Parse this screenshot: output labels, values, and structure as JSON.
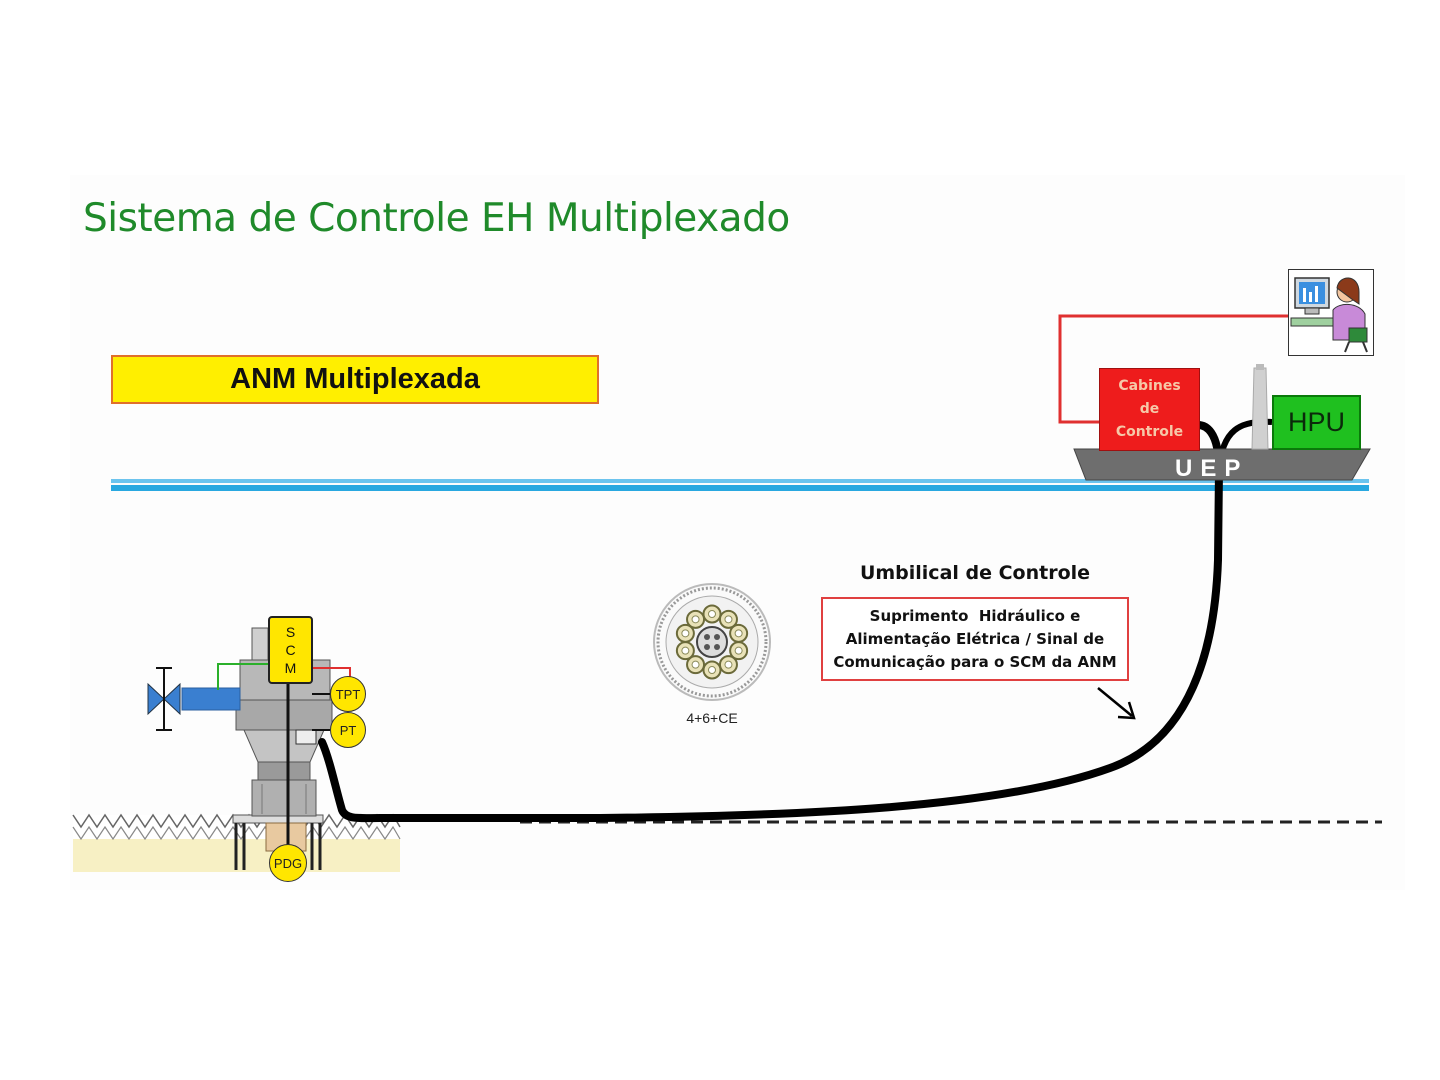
{
  "title": "Sistema de Controle EH Multiplexado",
  "anm_label": "ANM Multiplexada",
  "umbilical": {
    "title": "Umbilical de Controle",
    "description_lines": [
      "Suprimento  Hidráulico e",
      "Alimentação Elétrica / Sinal de",
      "Comunicação para o SCM da ANM"
    ]
  },
  "cable_section_label": "4+6+CE",
  "platform": {
    "cabines_lines": [
      "Cabines",
      "de",
      "Controle"
    ],
    "hpu_label": "HPU",
    "uep_label": "UEP"
  },
  "tree": {
    "scm_letters": [
      "S",
      "C",
      "M"
    ],
    "sensors": {
      "tpt": "TPT",
      "pt": "PT",
      "pdg": "PDG"
    }
  },
  "icons": [
    "operator-workstation-icon",
    "valve-icon",
    "umbilical-cross-section-icon",
    "platform-vessel-icon",
    "christmas-tree-icon"
  ],
  "colors": {
    "title": "#1f8a2a",
    "anm_box_fill": "#ffef00",
    "cabines_fill": "#ee1c1c",
    "hpu_fill": "#1fc01f",
    "sea_line": "#29a8e0",
    "umbilical": "#000000",
    "sensor_fill": "#ffe600"
  }
}
